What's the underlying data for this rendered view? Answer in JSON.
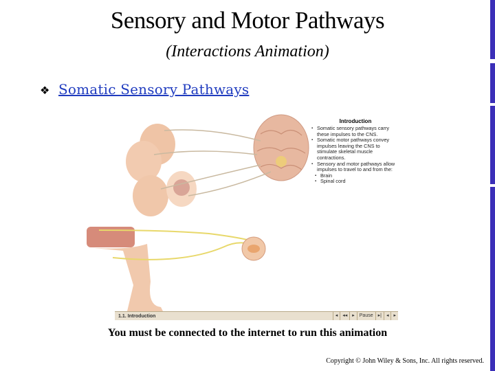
{
  "slide": {
    "title": "Sensory and Motor Pathways",
    "subtitle": "(Interactions Animation)",
    "bullet_icon": "diamond-bullet-icon",
    "link_text": "Somatic Sensory Pathways",
    "notice": "You must be connected to the internet to run this animation",
    "copyright": "Copyright © John Wiley & Sons, Inc. All rights reserved."
  },
  "animation": {
    "intro_title": "Introduction",
    "intro_items": [
      "Somatic sensory pathways carry these impulses to the CNS.",
      "Somatic motor pathways convey impulses leaving the CNS to stimulate skeletal muscle contractions.",
      "Sensory and motor pathways allow impulses to travel to and from the:"
    ],
    "intro_sub_items": [
      "Brain",
      "Spinal cord"
    ],
    "controls": {
      "section_label": "1.1. Introduction",
      "pause_label": "Pause",
      "prev_icon": "rewind-icon",
      "next_icon": "forward-icon"
    }
  },
  "colors": {
    "title": "#000000",
    "link": "#1f3bbf",
    "sidebar_accent": "#3b2fb8",
    "control_bar": "#e9e0cf"
  }
}
